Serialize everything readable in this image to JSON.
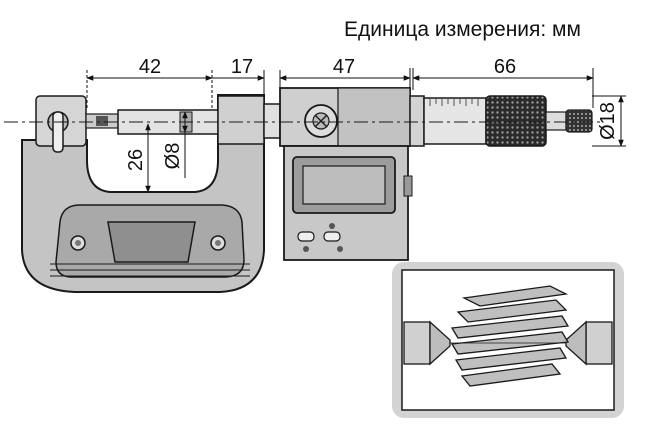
{
  "unit_label": "Единица измерения: мм",
  "dimensions": {
    "frame_gap": "42",
    "spindle_stub": "17",
    "display_body": "47",
    "thimble": "66",
    "throat_depth": "26",
    "anvil_diameter": "Ø8",
    "thimble_diameter": "Ø18"
  },
  "colors": {
    "frame": "#c4c4c4",
    "frame_dark": "#8a8a8a",
    "outline": "#1a1a1a",
    "lcd": "#bdbdbd",
    "inset_bg": "#d3d3d3"
  }
}
